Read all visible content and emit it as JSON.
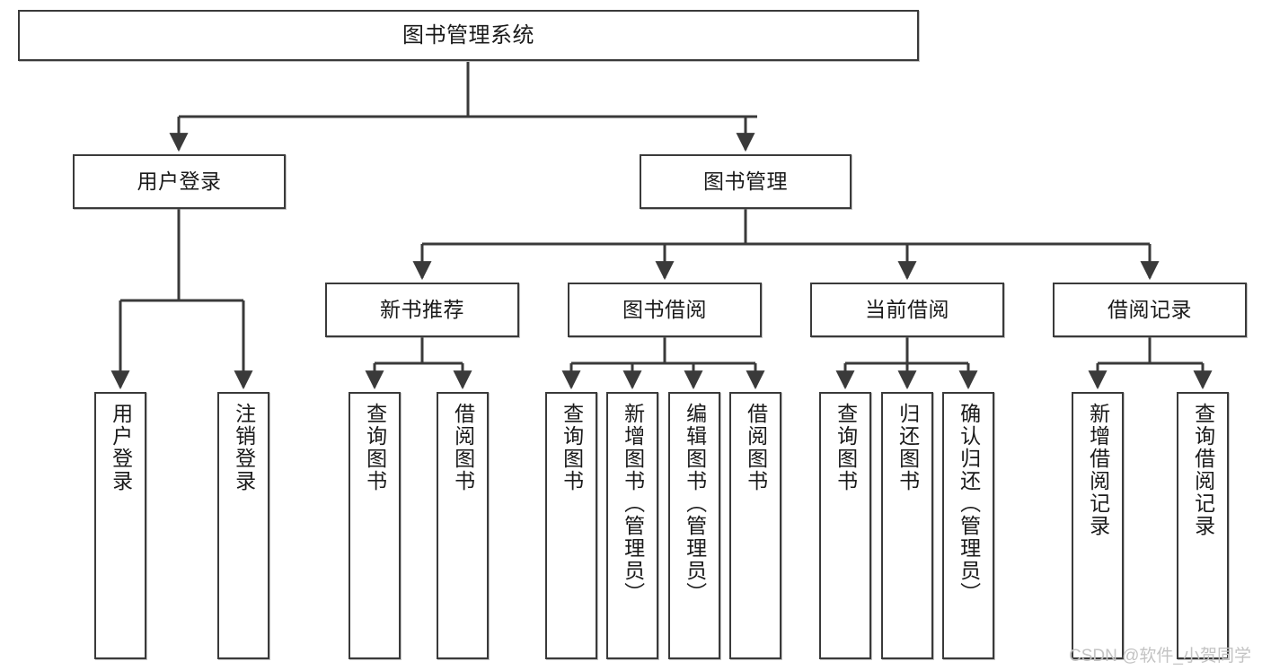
{
  "diagram": {
    "type": "tree-hierarchy",
    "title": "图书管理系统",
    "levels": 4,
    "root": {
      "label": "图书管理系统"
    },
    "level2": [
      {
        "label": "用户登录"
      },
      {
        "label": "图书管理"
      }
    ],
    "level3": [
      {
        "label": "新书推荐"
      },
      {
        "label": "图书借阅"
      },
      {
        "label": "当前借阅"
      },
      {
        "label": "借阅记录"
      }
    ],
    "leaves": {
      "user_login": [
        {
          "label": "用户登录"
        },
        {
          "label": "注销登录"
        }
      ],
      "new_book_recommend": [
        {
          "label": "查询图书"
        },
        {
          "label": "借阅图书"
        }
      ],
      "book_borrow": [
        {
          "label": "查询图书"
        },
        {
          "label": "新增图书（管理员）"
        },
        {
          "label": "编辑图书（管理员）"
        },
        {
          "label": "借阅图书"
        }
      ],
      "current_borrow": [
        {
          "label": "查询图书"
        },
        {
          "label": "归还图书"
        },
        {
          "label": "确认归还（管理员）"
        }
      ],
      "borrow_record": [
        {
          "label": "新增借阅记录"
        },
        {
          "label": "查询借阅记录"
        }
      ]
    }
  },
  "watermark": {
    "text": "CSDN @软件_小贺同学"
  },
  "colors": {
    "border": "#3a3a3a",
    "background": "#ffffff",
    "text": "#1a1a1a",
    "watermark": "#c3c3c3"
  }
}
